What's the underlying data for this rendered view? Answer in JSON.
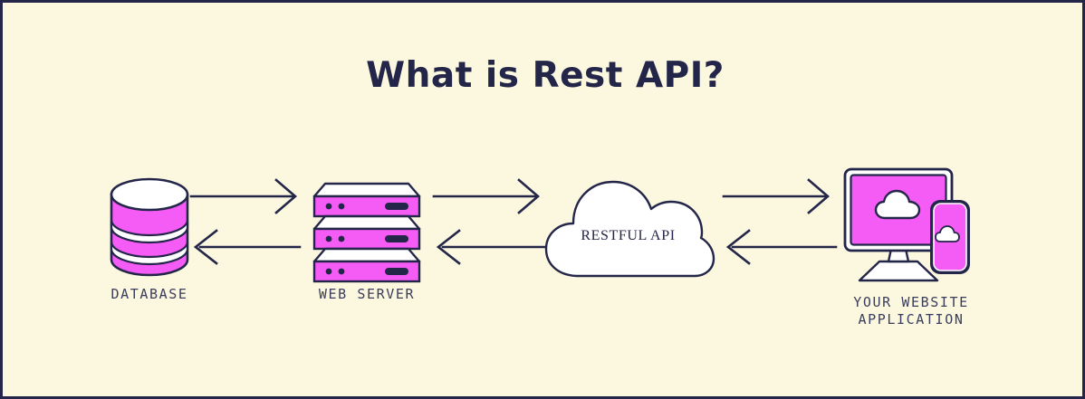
{
  "page": {
    "title": "What is Rest API?",
    "background_color": "#fcf8e0",
    "border_color": "#232648",
    "accent_color": "#f45cf5",
    "ink_color": "#232648",
    "label_color": "#3a3d5c"
  },
  "diagram": {
    "type": "flow-diagram",
    "direction": "bidirectional",
    "nodes": [
      {
        "id": "database",
        "label": "DATABASE",
        "icon": "database-cylinder-icon"
      },
      {
        "id": "web-server",
        "label": "WEB SERVER",
        "icon": "server-stack-icon"
      },
      {
        "id": "restful-api",
        "label": "RESTFUL API",
        "icon": "cloud-icon"
      },
      {
        "id": "client",
        "label": "YOUR WEBSITE\nAPPLICATION",
        "icon": "monitor-and-phone-icon"
      }
    ],
    "connections": [
      {
        "from": "database",
        "to": "web-server",
        "direction": "right"
      },
      {
        "from": "web-server",
        "to": "database",
        "direction": "left"
      },
      {
        "from": "web-server",
        "to": "restful-api",
        "direction": "right"
      },
      {
        "from": "restful-api",
        "to": "web-server",
        "direction": "left"
      },
      {
        "from": "restful-api",
        "to": "client",
        "direction": "right"
      },
      {
        "from": "client",
        "to": "restful-api",
        "direction": "left"
      }
    ]
  }
}
